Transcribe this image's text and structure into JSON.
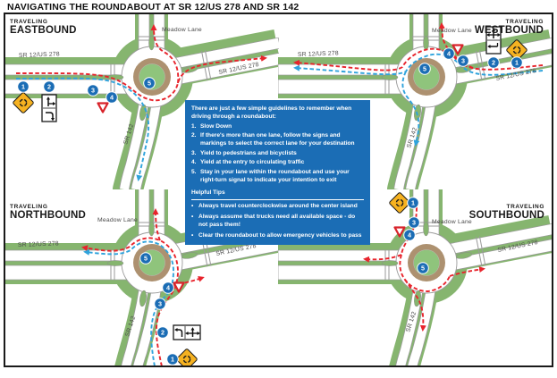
{
  "title": "NAVIGATING THE ROUNDABOUT AT SR 12/US 278 AND SR 142",
  "colors": {
    "info_box_blue": "#1B6DB5",
    "marker_blue": "#1B6DB5",
    "route_red": "#E8242C",
    "route_blue": "#2FA3DC",
    "grass_green": "#86B56F",
    "island_green": "#8FC47C",
    "apron_brown": "#AD9170",
    "sign_yellow": "#F6B221",
    "road_casing": "#9a9a9a"
  },
  "roads": {
    "highway": "SR 12/US 278",
    "north_street": "Meadow Lane",
    "south_street": "SR 142"
  },
  "quadrants": [
    {
      "id": "eastbound",
      "traveling": "TRAVELING",
      "direction": "EASTBOUND",
      "markers": [
        1,
        2,
        3,
        4,
        5
      ],
      "signs": [
        "roundabout-warning-sign",
        "lane-control-sign",
        "yield-sign"
      ]
    },
    {
      "id": "westbound",
      "traveling": "TRAVELING",
      "direction": "WESTBOUND",
      "markers": [
        1,
        2,
        3,
        4,
        5
      ],
      "signs": [
        "roundabout-warning-sign",
        "lane-control-sign",
        "yield-sign"
      ]
    },
    {
      "id": "northbound",
      "traveling": "TRAVELING",
      "direction": "NORTHBOUND",
      "markers": [
        1,
        2,
        3,
        4,
        5
      ],
      "signs": [
        "roundabout-warning-sign",
        "lane-control-sign",
        "yield-sign"
      ]
    },
    {
      "id": "southbound",
      "traveling": "TRAVELING",
      "direction": "SOUTHBOUND",
      "markers": [
        1,
        3,
        4,
        5
      ],
      "signs": [
        "roundabout-warning-sign",
        "yield-sign"
      ]
    }
  ],
  "guidelines": {
    "intro": "There are just a few simple guidelines to remember when driving through a roundabout:",
    "items": [
      "Slow Down",
      "If there's more than one lane, follow the signs and markings to select the correct lane for your destination",
      "Yield to pedestrians and bicyclists",
      "Yield at the entry to circulating traffic",
      "Stay in your lane within the roundabout and use your right-turn signal to indicate your intention to exit"
    ],
    "tips_heading": "Helpful Tips",
    "tips": [
      "Always travel counterclockwise around the center island",
      "Always assume that trucks need all available space - do not pass them!",
      "Clear the roundabout to allow emergency vehicles to pass"
    ]
  }
}
